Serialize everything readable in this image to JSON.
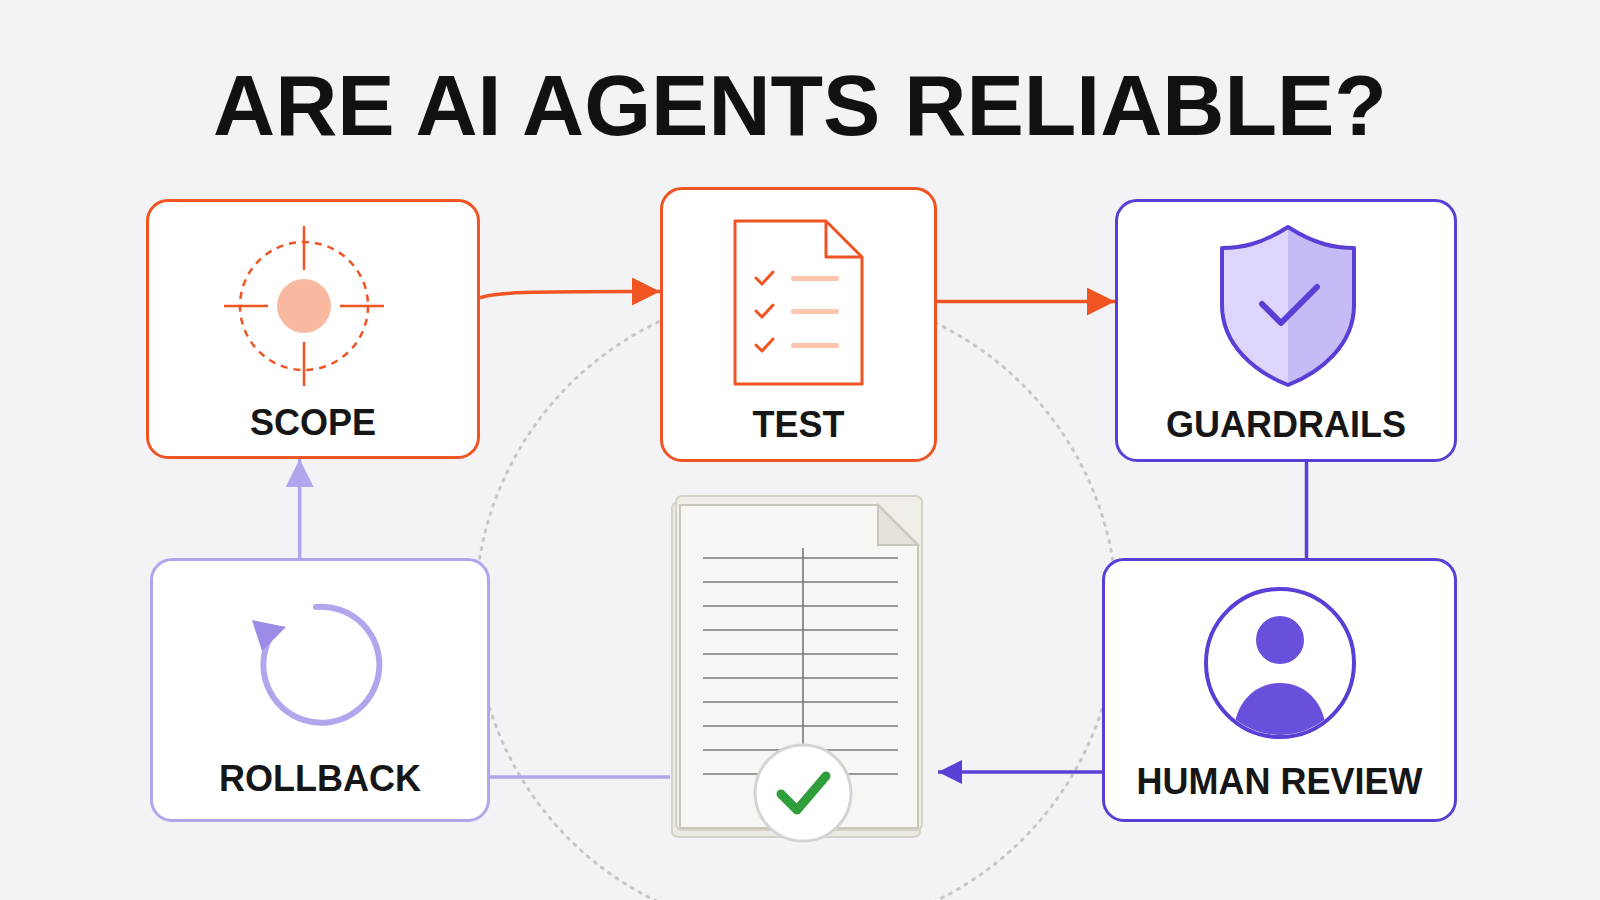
{
  "diagram": {
    "title": "ARE AI AGENTS RELIABLE?",
    "nodes": [
      {
        "text": [
          "SCOPE"
        ]
      },
      {
        "text": [
          "TEST"
        ]
      },
      {
        "text": [
          "GUARDRAILS"
        ]
      },
      {
        "text": [
          "ROLLBACK"
        ]
      },
      {
        "text": [
          "HUMAN REVIEW"
        ]
      }
    ],
    "edges": [
      {
        "from": 0,
        "to": 1,
        "arrow": "to"
      },
      {
        "from": 1,
        "to": 2,
        "arrow": "to"
      },
      {
        "from": 2,
        "to": 4,
        "arrow": "none"
      },
      {
        "from": 3,
        "to": 0,
        "arrow": "to"
      }
    ]
  }
}
